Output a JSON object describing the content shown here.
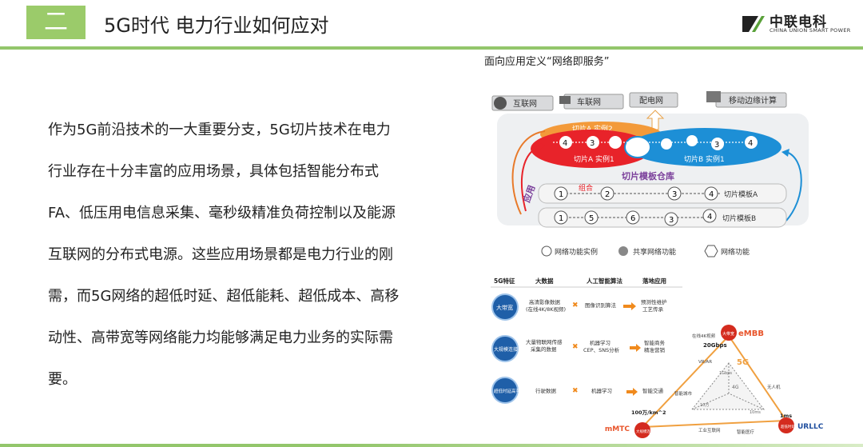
{
  "header": {
    "section_number": "二",
    "title": "5G时代 电力行业如何应对",
    "logo_cn": "中联电科",
    "logo_en": "CHINA UNION SMART POWER"
  },
  "body_text": "作为5G前沿技术的一大重要分支，5G切片技术在电力行业存在十分丰富的应用场景，具体包括智能分布式FA、低压用电信息采集、毫秒级精准负荷控制以及能源互联网的分布式电源。这些应用场景都是电力行业的刚需，而5G网络的超低时延、超低能耗、超低成本、高移动性、高带宽等网络能力均能够满足电力业务的实际需要。",
  "figure_title": "面向应用定义“网络即服务”",
  "diagram": {
    "top_labels": [
      "互联网",
      "车联网",
      "配电网",
      "移动边缘计算"
    ],
    "slice_a2": "切片A 实例2",
    "slice_a1": "切片A 实例1",
    "slice_b1": "切片B 实例1",
    "slice_a_nodes": [
      "4",
      "3"
    ],
    "slice_b_nodes": [
      "3",
      "4"
    ],
    "repo_title": "切片模板仓库",
    "combine_label": "组合",
    "side_label": "应用",
    "template_a_nodes": [
      "1",
      "2",
      "3",
      "4"
    ],
    "template_a_label": "切片模板A",
    "template_b_nodes": [
      "1",
      "5",
      "6",
      "3",
      "4"
    ],
    "template_b_label": "切片模板B",
    "legend": [
      "网络功能实例",
      "共享网络功能",
      "网络功能"
    ]
  },
  "features": {
    "headers": [
      "5G特征",
      "大数据",
      "人工智能算法",
      "落地应用"
    ],
    "rows": [
      {
        "badge": "大带宽",
        "data": [
          "高清影像数据",
          "(在线4K/8K视频)"
        ],
        "ai": [
          "图像识别算法"
        ],
        "app": [
          "预测性维护",
          "工艺传承"
        ]
      },
      {
        "badge": "大规模连接",
        "data": [
          "大量物联网传感",
          "采集的数据"
        ],
        "ai": [
          "机器学习",
          "CEP、SNS分析"
        ],
        "app": [
          "智能商务",
          "精准营销"
        ]
      },
      {
        "badge": "超低时延高可靠",
        "data": [
          "行驶数据"
        ],
        "ai": [
          "机器学习"
        ],
        "app": [
          "智能交通"
        ]
      }
    ],
    "triangle": {
      "top_badge": "大带宽",
      "embb": "eMBB",
      "left_badge": "大规模连接",
      "mmtc": "mMTC",
      "right_badge": "超低时延",
      "urllc": "URLLC",
      "center": "5G",
      "top_left": "在线4K视频",
      "bandwidth": "20Gbps",
      "vr": "VR/AR",
      "gbps": "1Gbps",
      "g4": "4G",
      "drone": "无人机",
      "city": "智能城市",
      "tenm": "10万",
      "density": "100万/km^2",
      "ms": "1ms",
      "tenms": "10ms",
      "industry": "工业互联网",
      "health": "智能医疗"
    }
  },
  "colors": {
    "accent": "#93c66b",
    "slice_red": "#e8232a",
    "slice_blue": "#1d8fd6"
  }
}
